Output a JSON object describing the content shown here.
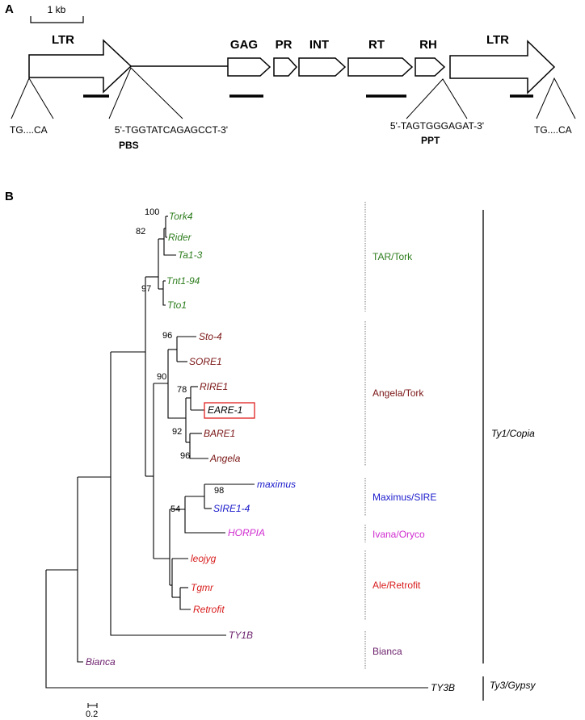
{
  "panel_a": {
    "letter": "A",
    "scale_label": "1 kb",
    "domains": {
      "ltr_left": "LTR",
      "gag": "GAG",
      "pr": "PR",
      "int": "INT",
      "rt": "RT",
      "rh": "RH",
      "ltr_right": "LTR"
    },
    "ltr_left_end": "TG....CA",
    "pbs_sequence": "5'-TGGTATCAGAGCCT-3'",
    "pbs_label": "PBS",
    "ppt_sequence": "5'-TAGTGGGAGAT-3'",
    "ppt_label": "PPT",
    "ltr_right_end": "TG....CA"
  },
  "panel_b": {
    "letter": "B",
    "taxa": {
      "tork4": "Tork4",
      "rider": "Rider",
      "ta13": "Ta1-3",
      "tnt194": "Tnt1-94",
      "tto1": "Tto1",
      "sto4": "Sto-4",
      "sore1": "SORE1",
      "rire1": "RIRE1",
      "eare1": "EARE-1",
      "bare1": "BARE1",
      "angela": "Angela",
      "maximus": "maximus",
      "sire14": "SIRE1-4",
      "horpia": "HORPIA",
      "leojyg": "leojyg",
      "tgmr": "Tgmr",
      "retrofit": "Retrofit",
      "ty1b": "TY1B",
      "bianca": "Bianca",
      "ty3b": "TY3B"
    },
    "bootstrap": {
      "b100": "100",
      "b82": "82",
      "b97": "97",
      "b96a": "96",
      "b90": "90",
      "b78": "78",
      "b92": "92",
      "b96b": "96",
      "b98": "98",
      "b54": "54"
    },
    "groups": {
      "tar_tork": "TAR/Tork",
      "angela_tork": "Angela/Tork",
      "maximus_sire": "Maximus/SIRE",
      "ivana_oryco": "Ivana/Oryco",
      "ale_retrofit": "Ale/Retrofit",
      "bianca": "Bianca"
    },
    "clades": {
      "copia": "Ty1/Copia",
      "gypsy": "Ty3/Gypsy"
    },
    "scale_label": "0.2",
    "colors": {
      "tork": "#2e7d1e",
      "angela": "#7a1414",
      "sire": "#1a1acc",
      "ivana": "#d02cd0",
      "ale": "#d81c1c",
      "bianca": "#6b1f6b",
      "highlight_box": "#e02020"
    }
  }
}
